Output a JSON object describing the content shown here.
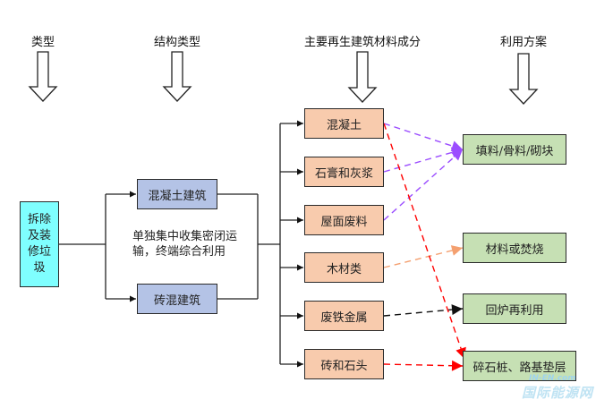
{
  "headers": {
    "type": "类型",
    "structure_type": "结构类型",
    "main_components": "主要再生建筑材料成分",
    "utilization": "利用方案"
  },
  "source": {
    "label_lines": [
      "拆除",
      "及装",
      "修垃",
      "圾"
    ],
    "color": "#7fffff"
  },
  "structures": [
    {
      "label": "混凝土建筑"
    },
    {
      "label": "砖混建筑"
    }
  ],
  "structure_color": "#b4c3e6",
  "note_lines": [
    "单独集中收集密闭运",
    "输，终端综合利用"
  ],
  "materials": [
    {
      "label": "混凝土"
    },
    {
      "label": "石膏和灰浆"
    },
    {
      "label": "屋面废料"
    },
    {
      "label": "木材类"
    },
    {
      "label": "废铁金属"
    },
    {
      "label": "砖和石头"
    }
  ],
  "material_color": "#f8cbad",
  "uses": [
    {
      "label": "填料/骨料/砌块"
    },
    {
      "label": "材料或焚烧"
    },
    {
      "label": "回炉再利用"
    },
    {
      "label": "碎石桩、路基垫层"
    }
  ],
  "use_color": "#c6e0b4",
  "links": [
    {
      "from": "混凝土",
      "to": "填料/骨料/砌块",
      "color": "#9b4dff"
    },
    {
      "from": "石膏和灰浆",
      "to": "填料/骨料/砌块",
      "color": "#9b4dff"
    },
    {
      "from": "屋面废料",
      "to": "填料/骨料/砌块",
      "color": "#9b4dff"
    },
    {
      "from": "木材类",
      "to": "材料或焚烧",
      "color": "#f4a070"
    },
    {
      "from": "废铁金属",
      "to": "回炉再利用",
      "color": "#111111"
    },
    {
      "from": "混凝土",
      "to": "碎石桩、路基垫层",
      "color": "#ff0000"
    },
    {
      "from": "砖和石头",
      "to": "碎石桩、路基垫层",
      "color": "#ff0000"
    }
  ],
  "watermark": {
    "en": "IN-EN.com",
    "cn": "国际能源网"
  }
}
